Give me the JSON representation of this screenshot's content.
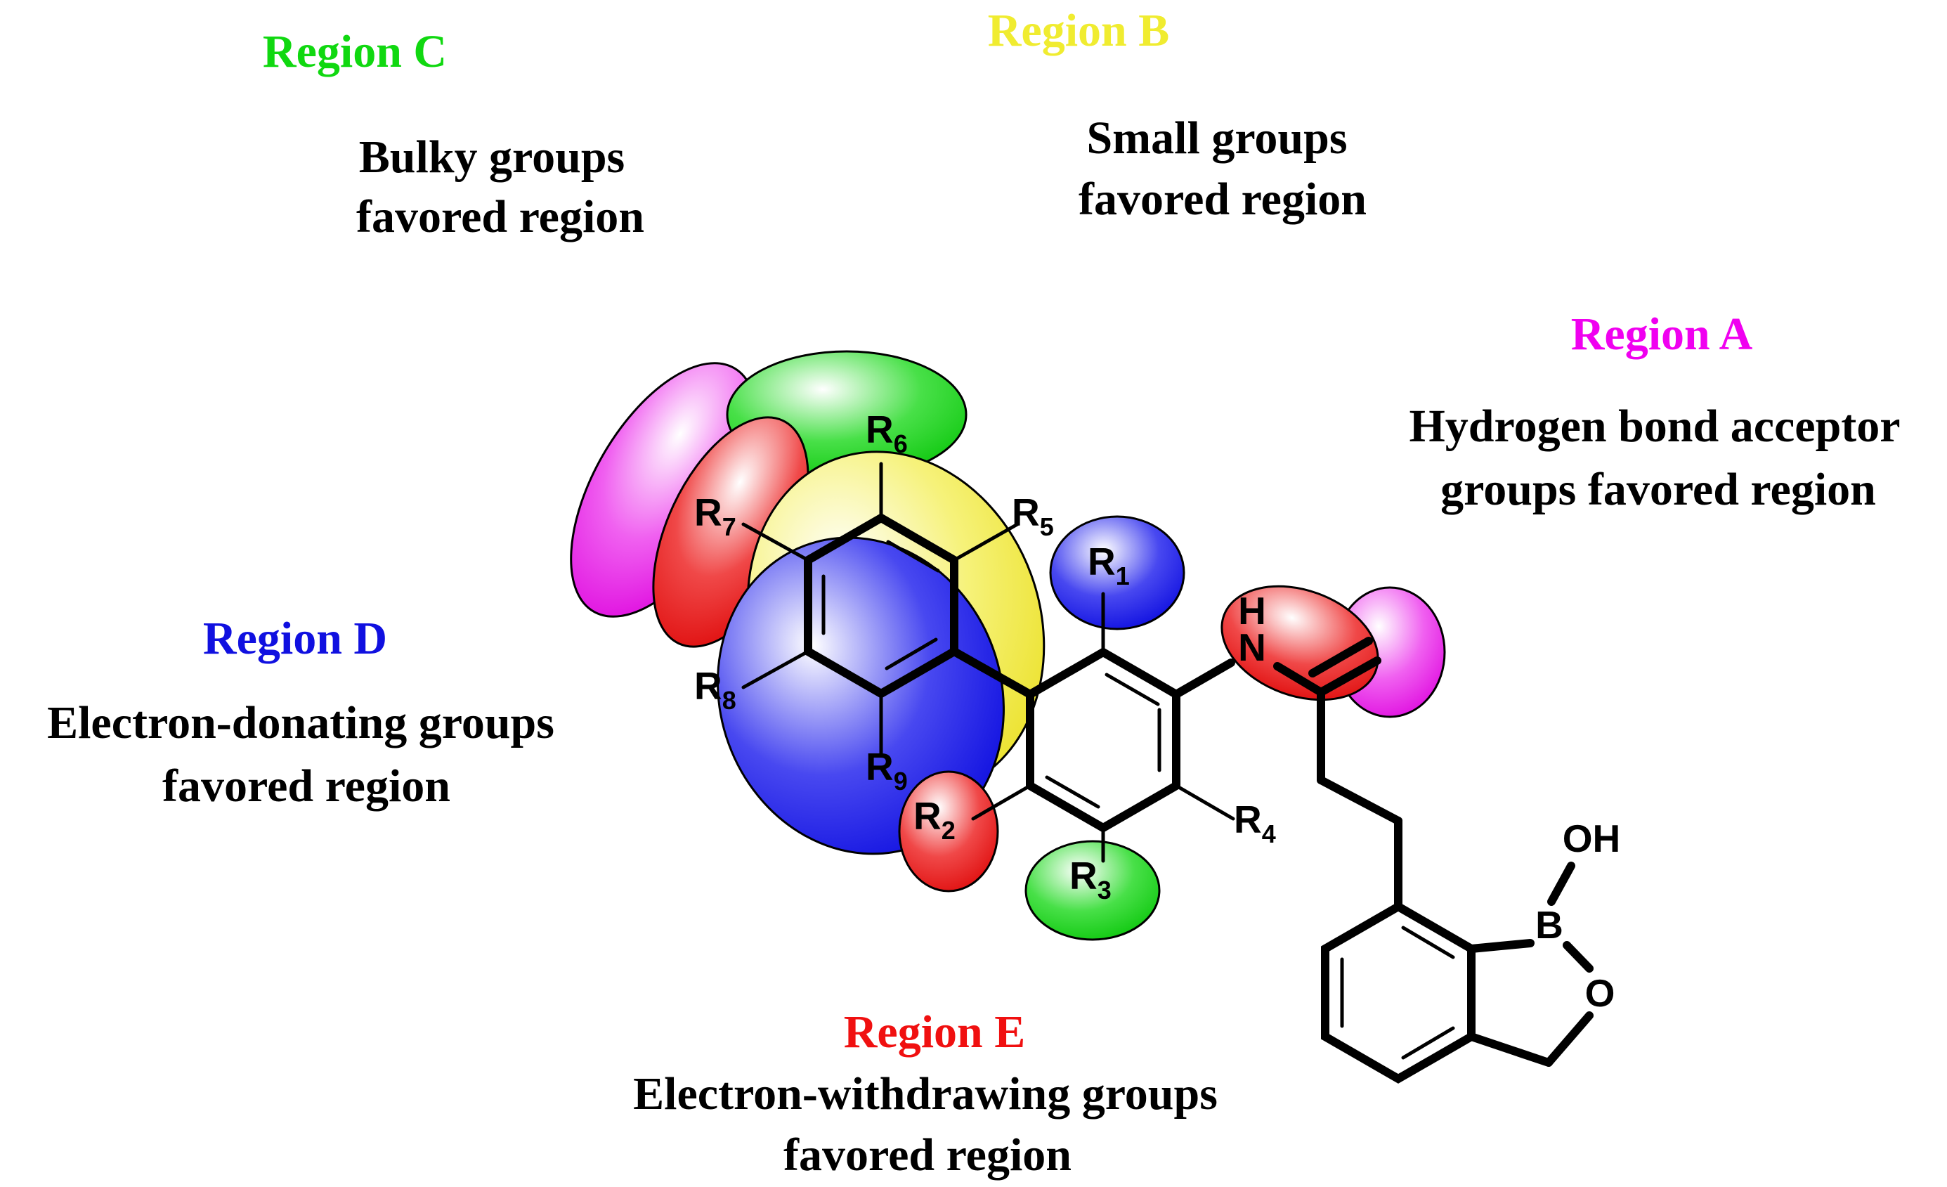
{
  "regions": {
    "a": {
      "title": "Region A",
      "desc1": "Hydrogen bond acceptor",
      "desc2": "groups favored region",
      "color": "#f000f0"
    },
    "b": {
      "title": "Region B",
      "desc1": "Small groups",
      "desc2": "favored region",
      "color": "#f0ec30"
    },
    "c": {
      "title": "Region C",
      "desc1": "Bulky groups",
      "desc2": "favored region",
      "color": "#10d810"
    },
    "d": {
      "title": "Region D",
      "desc1": "Electron-donating groups",
      "desc2": "favored region",
      "color": "#1010e0"
    },
    "e": {
      "title": "Region E",
      "desc1": "Electron-withdrawing groups",
      "desc2": "favored region",
      "color": "#f01010"
    }
  },
  "molecule": {
    "substituents": {
      "r1": {
        "letter": "R",
        "index": "1"
      },
      "r2": {
        "letter": "R",
        "index": "2"
      },
      "r3": {
        "letter": "R",
        "index": "3"
      },
      "r4": {
        "letter": "R",
        "index": "4"
      },
      "r5": {
        "letter": "R",
        "index": "5"
      },
      "r6": {
        "letter": "R",
        "index": "6"
      },
      "r7": {
        "letter": "R",
        "index": "7"
      },
      "r8": {
        "letter": "R",
        "index": "8"
      },
      "r9": {
        "letter": "R",
        "index": "9"
      }
    },
    "atoms": {
      "amine_h": "H",
      "amine_n": "N",
      "boron": "B",
      "hydroxyl": "OH",
      "ring_oxygen": "O"
    }
  }
}
